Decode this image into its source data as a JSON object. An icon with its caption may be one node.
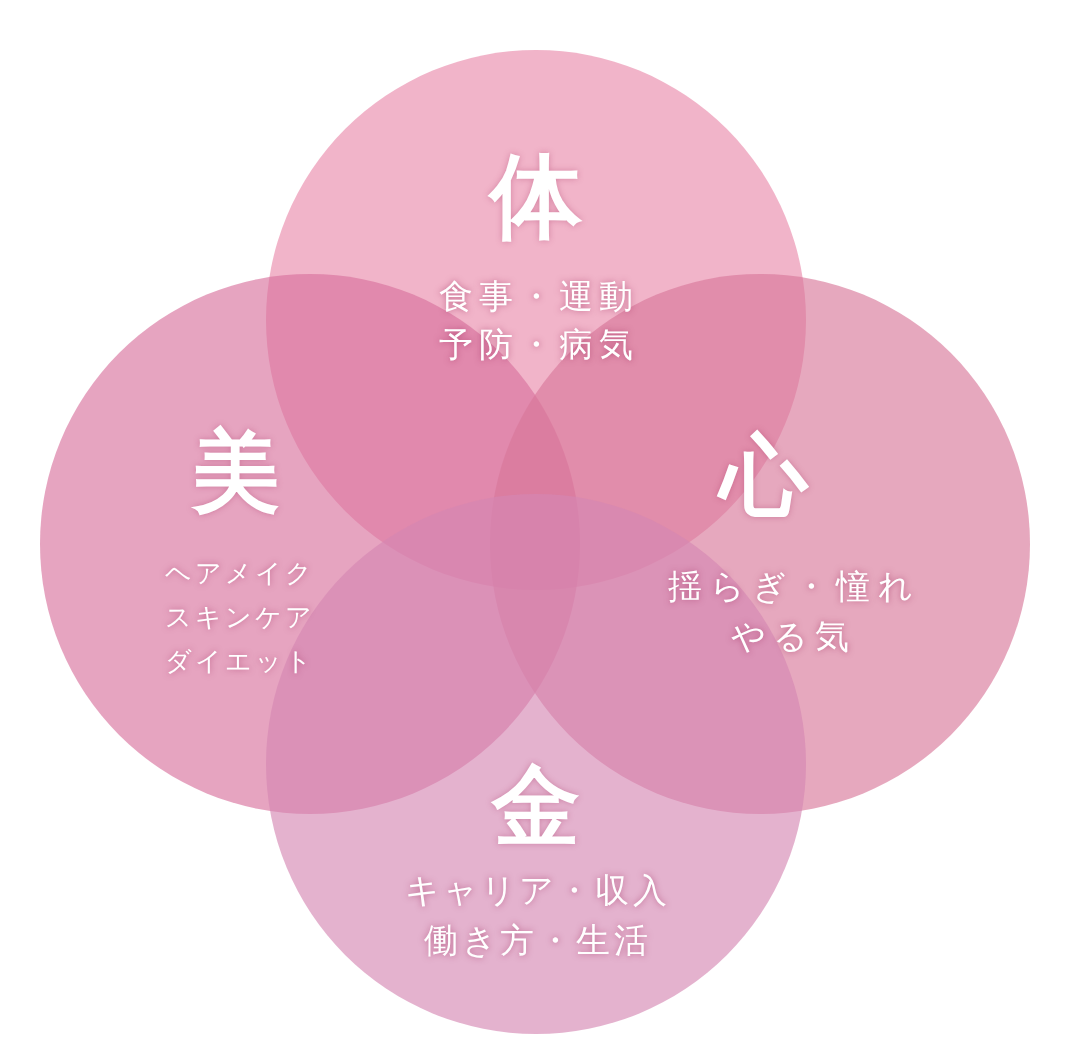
{
  "diagram": {
    "nodes": [
      {
        "text": [
          "体",
          "食事・運動予防・病気"
        ]
      },
      {
        "text": [
          "美",
          "ヘアメイクスキンケアダイエット"
        ]
      },
      {
        "text": [
          "心",
          "揺らぎ・憧れやる気"
        ]
      },
      {
        "text": [
          "金",
          "キャリア・収入働き方・生活"
        ]
      }
    ]
  }
}
